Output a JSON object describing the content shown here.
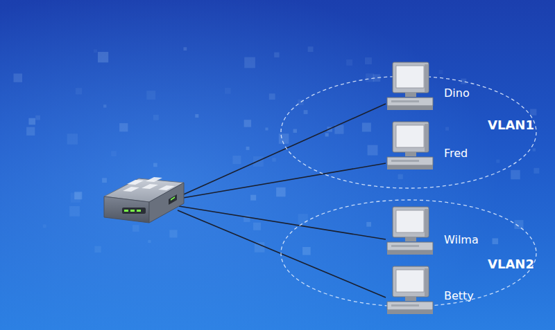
{
  "diagram": {
    "nodes": [
      {
        "text": [
          "VLAN1"
        ]
      },
      {
        "text": [
          "Dino"
        ],
        "in": 0
      },
      {
        "text": [
          "Fred"
        ],
        "in": 0
      },
      {
        "text": [
          "VLAN2"
        ]
      },
      {
        "text": [
          "Wilma"
        ],
        "in": 3
      },
      {
        "text": [
          "Betty"
        ],
        "in": 3
      }
    ]
  }
}
